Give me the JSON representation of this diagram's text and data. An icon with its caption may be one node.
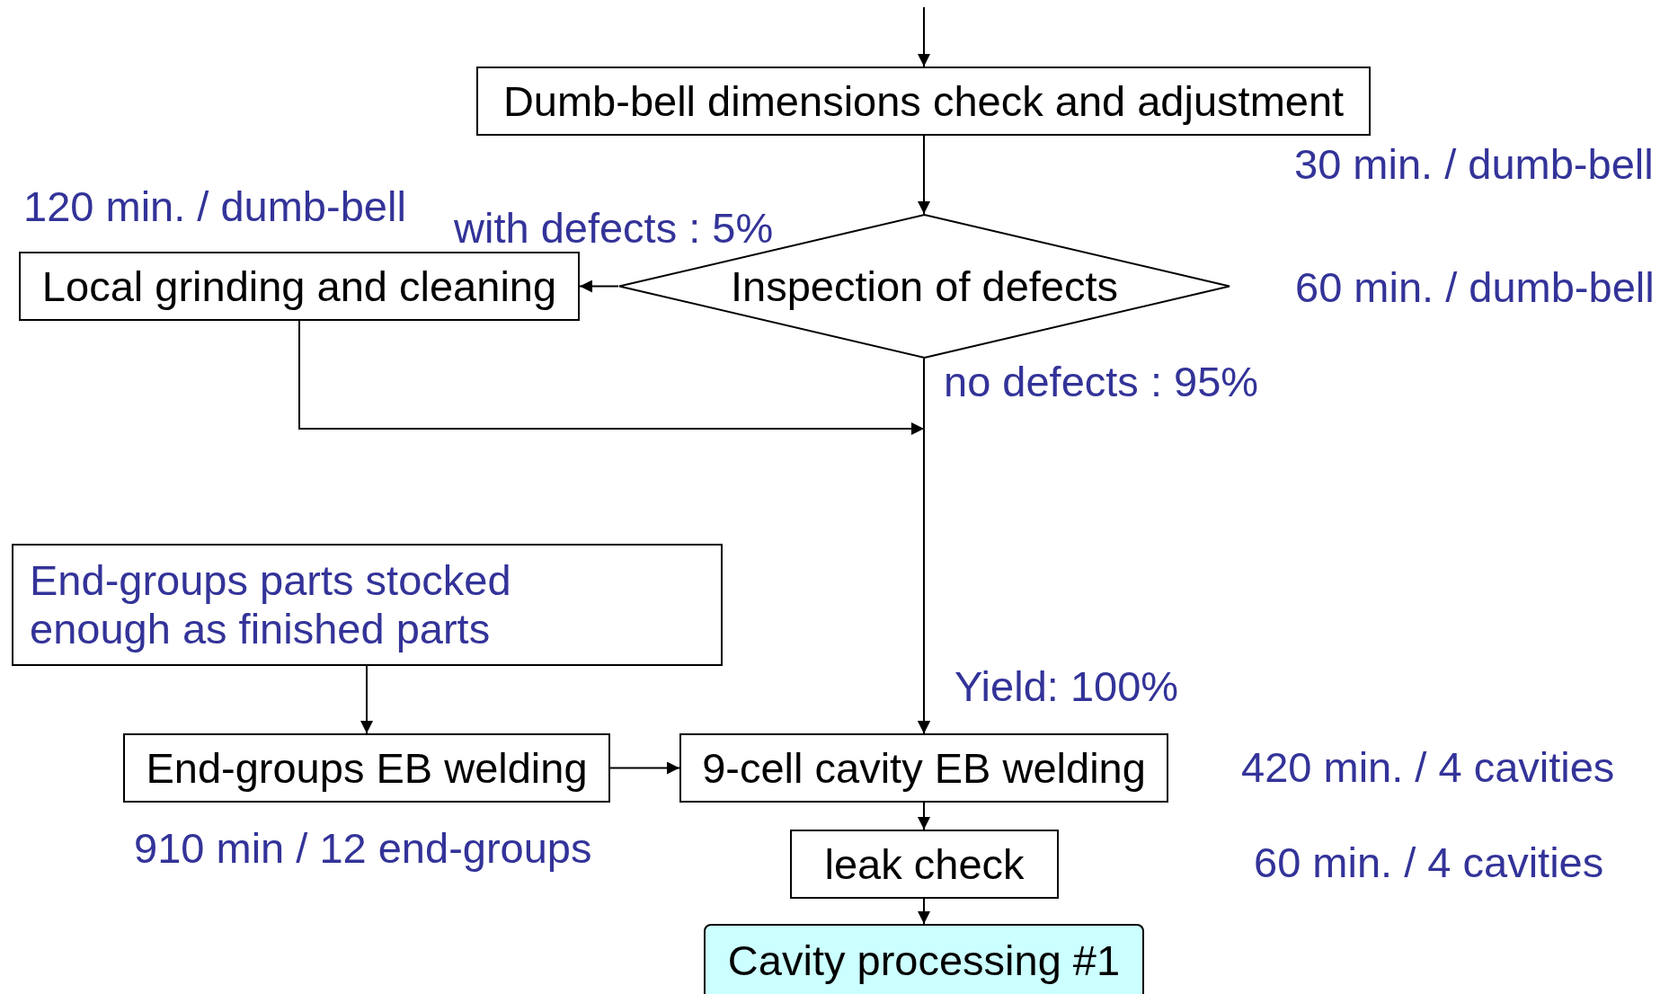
{
  "diagram": {
    "nodes": [
      {
        "text": [
          "Dumb-bell dimensions check and adjustment"
        ],
        "beside": [
          "30 min. / dumb-bell"
        ]
      },
      {
        "text": [
          "Inspection of defects"
        ],
        "beside": [
          "60 min. / dumb-bell"
        ]
      },
      {
        "text": [
          "Local grinding and cleaning"
        ],
        "beside": [
          "120 min. / dumb-bell"
        ]
      },
      {
        "text": [
          "End-groups parts stocked enough as finished parts"
        ]
      },
      {
        "text": [
          "End-groups EB welding"
        ],
        "beside": [
          "910 min / 12 end-groups"
        ]
      },
      {
        "text": [
          "9-cell cavity EB welding"
        ],
        "beside": [
          "420 min. / 4 cavities"
        ]
      },
      {
        "text": [
          "leak check"
        ]
      },
      {
        "text": [
          "Cavity processing #1"
        ]
      }
    ],
    "edges": [
      {
        "from": null,
        "to": 0,
        "arrow": "to"
      },
      {
        "from": 0,
        "to": 1,
        "arrow": "to"
      },
      {
        "from": 1,
        "to": 2,
        "arrow": "to",
        "label": "with defects : 5%"
      },
      {
        "from": 1,
        "to": 5,
        "arrow": "to",
        "label": "no defects : 95%"
      },
      {
        "from": 2,
        "to": 5,
        "arrow": "to"
      },
      {
        "from": 3,
        "to": 4,
        "arrow": "to"
      },
      {
        "from": 4,
        "to": 5,
        "arrow": "to"
      },
      {
        "from": 5,
        "to": 6,
        "arrow": "to"
      },
      {
        "from": 6,
        "to": 7,
        "arrow": "to"
      }
    ],
    "labels": [
      "Yield: 100%",
      "60 min. / 4 cavities"
    ]
  }
}
